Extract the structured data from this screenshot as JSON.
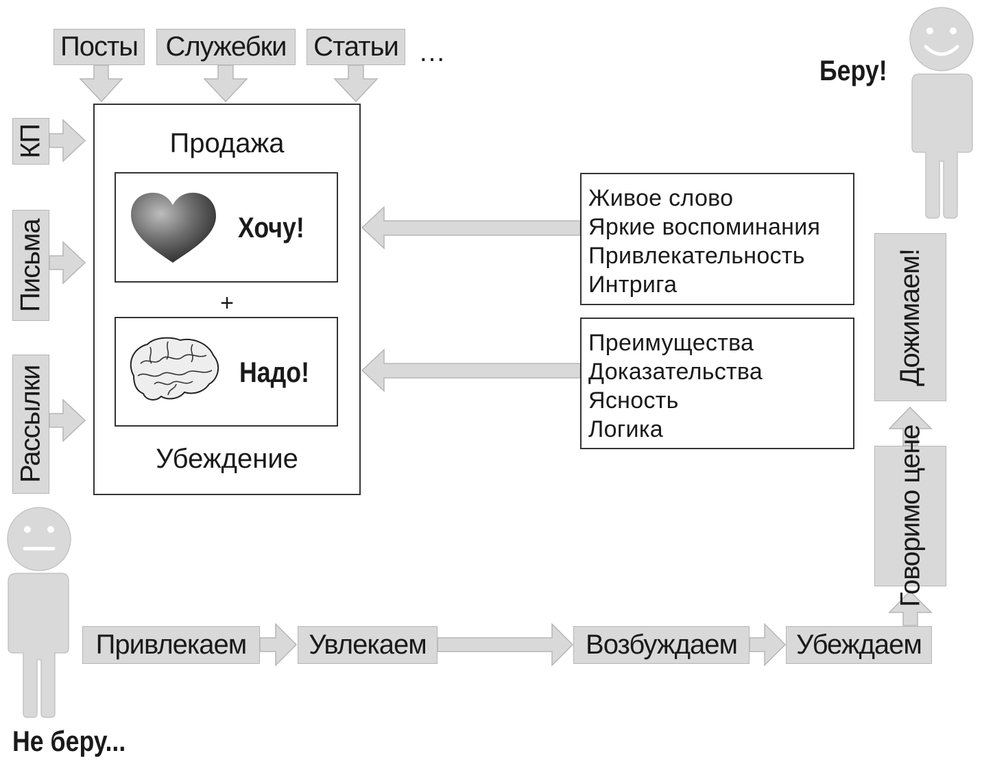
{
  "sources_top": [
    "Посты",
    "Служебки",
    "Статьи"
  ],
  "sources_more": "…",
  "sources_left": [
    "КП",
    "Письма",
    "Рассылки"
  ],
  "main": {
    "title": "Продажа",
    "want": "Хочу!",
    "plus": "+",
    "need": "Надо!",
    "bottom": "Убеждение"
  },
  "emotion_list": [
    "Живое слово",
    "Яркие воспоминания",
    "Привлекательность",
    "Интрига"
  ],
  "logic_list": [
    "Преимущества",
    "Доказательства",
    "Ясность",
    "Логика"
  ],
  "steps": [
    "Привлекаем",
    "Увлекаем",
    "Возбуждаем",
    "Убеждаем"
  ],
  "steps_up": [
    "Говорим\nо цене",
    "Дожимаем!"
  ],
  "steps_up_lines": [
    "Говорим",
    "о цене"
  ],
  "customer_start": "Не беру...",
  "customer_end": "Беру!",
  "colors": {
    "fill": "#d9d9d9",
    "stroke": "#b5b5b5",
    "line": "#333333"
  }
}
